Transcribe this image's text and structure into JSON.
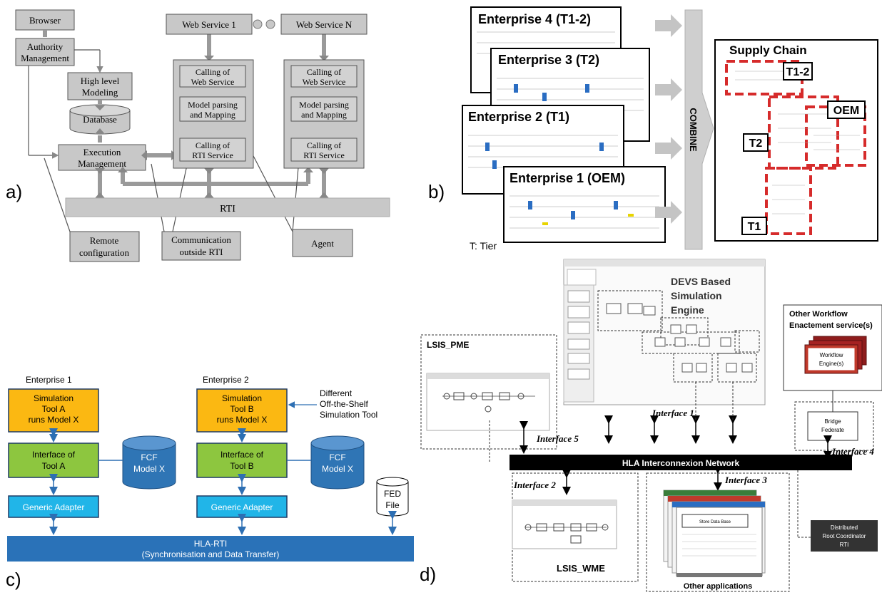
{
  "panel_labels": {
    "a": "a)",
    "b": "b)",
    "c": "c)",
    "d": "d)"
  },
  "panel_a": {
    "browser": "Browser",
    "authority": [
      "Authority",
      "Management"
    ],
    "high_level": [
      "High level",
      "Modeling"
    ],
    "database": "Database",
    "execution": [
      "Execution",
      "Management"
    ],
    "ws1": "Web Service 1",
    "wsn": "Web Service N",
    "calling_ws": [
      "Calling of",
      "Web Service"
    ],
    "model_parsing": [
      "Model parsing",
      "and Mapping"
    ],
    "calling_rti": [
      "Calling of",
      "RTI Service"
    ],
    "rti": "RTI",
    "remote": [
      "Remote",
      "configuration"
    ],
    "communication": [
      "Communication",
      "outside RTI"
    ],
    "agent": "Agent",
    "colors": {
      "box": "#c8c8c8",
      "arrow": "#bdbdbd",
      "outline": "#555555"
    }
  },
  "panel_b": {
    "enterprises": [
      "Enterprise 4 (T1-2)",
      "Enterprise 3 (T2)",
      "Enterprise 2 (T1)",
      "Enterprise 1 (OEM)"
    ],
    "combine": "COMBINE",
    "supply_chain": "Supply Chain",
    "tiers": [
      "T1-2",
      "OEM",
      "T2",
      "T1"
    ],
    "tier_note": "T: Tier",
    "colors": {
      "dashed": "#d62b2b",
      "combine": "#cfcfcf"
    }
  },
  "panel_c": {
    "enterprise1": "Enterprise 1",
    "enterprise2": "Enterprise 2",
    "sim_a": [
      "Simulation",
      "Tool A",
      "runs Model X"
    ],
    "sim_b": [
      "Simulation",
      "Tool B",
      "runs Model X"
    ],
    "iface_a": [
      "Interface of",
      "Tool A"
    ],
    "iface_b": [
      "Interface of",
      "Tool B"
    ],
    "fcf": [
      "FCF",
      "Model X"
    ],
    "generic": "Generic Adapter",
    "different": [
      "Different",
      "Off-the-Shelf",
      "Simulation Tool"
    ],
    "fed": [
      "FED",
      "File"
    ],
    "hla_rti": [
      "HLA-RTI",
      "(Synchronisation and Data Transfer)"
    ],
    "colors": {
      "orange": "#fbb812",
      "green": "#8dc63f",
      "cyan": "#21b5e8",
      "blue": "#2f75b5",
      "hla": "#2a72b8"
    }
  },
  "panel_d": {
    "devs": [
      "DEVS Based",
      "Simulation",
      "Engine"
    ],
    "other_workflow": [
      "Other Workflow",
      "Enactement service(s)"
    ],
    "workflow_engine": [
      "Workflow",
      "Engine(s)"
    ],
    "lsis_pme": "LSIS_PME",
    "interface1": "Interface 1",
    "interface2": "Interface 2",
    "interface3": "Interface 3",
    "interface4": "Interface 4",
    "interface5": "Interface 5",
    "hla_network": "HLA Interconnexion Network",
    "bridge": [
      "Bridge",
      "Federate"
    ],
    "distributed": [
      "Distributed",
      "Root Coordinator",
      "RTI"
    ],
    "lsis_wme": "LSIS_WME",
    "other_apps": "Other applications",
    "data_base": "Store Data Base",
    "colors": {
      "network": "#000000",
      "engine": "#c0392b"
    }
  }
}
